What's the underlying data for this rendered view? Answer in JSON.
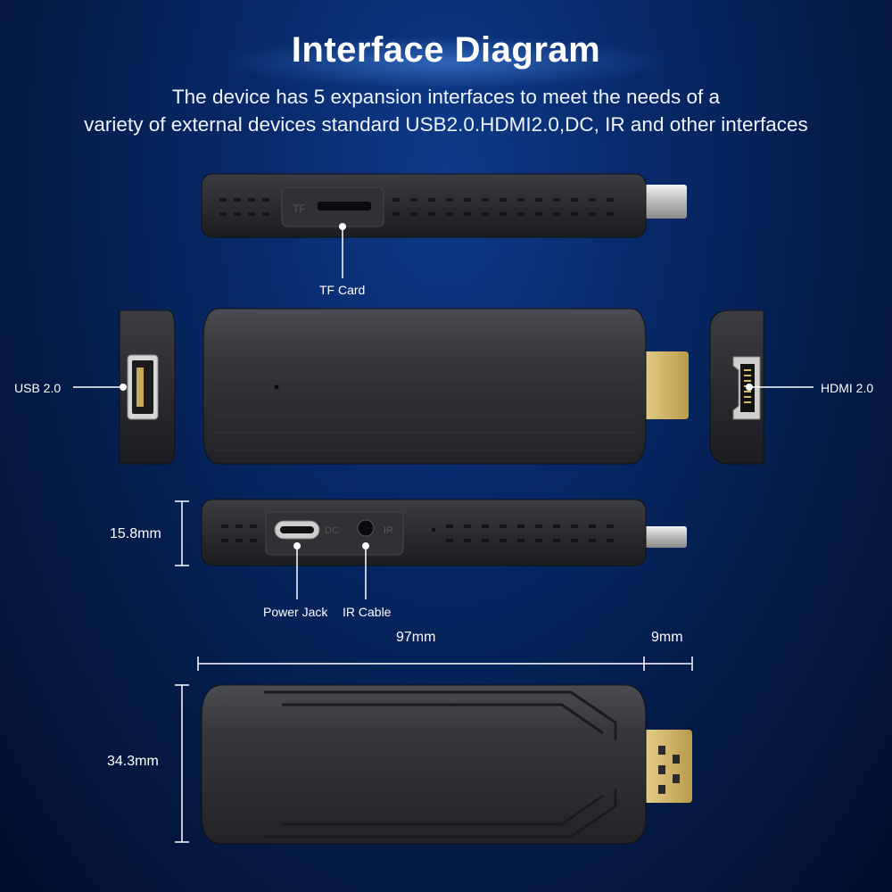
{
  "header": {
    "title": "Interface Diagram",
    "subtitle_line1": "The device has 5 expansion interfaces to meet the needs of a",
    "subtitle_line2": "variety of external devices standard USB2.0.HDMI2.0,DC, IR and other interfaces"
  },
  "callouts": {
    "tf_card": "TF Card",
    "usb": "USB 2.0",
    "hdmi": "HDMI 2.0",
    "power_jack": "Power Jack",
    "ir_cable": "IR Cable"
  },
  "port_marks": {
    "tf": "TF",
    "dc": "DC",
    "ir": "IR"
  },
  "dimensions": {
    "thickness": "15.8mm",
    "body_length": "97mm",
    "plug_length": "9mm",
    "width": "34.3mm"
  },
  "colors": {
    "background_center": "#0e3a8a",
    "background_edge": "#020f2c",
    "device_body": "#2b2d31",
    "connector_metal": "#c8c8c8"
  }
}
